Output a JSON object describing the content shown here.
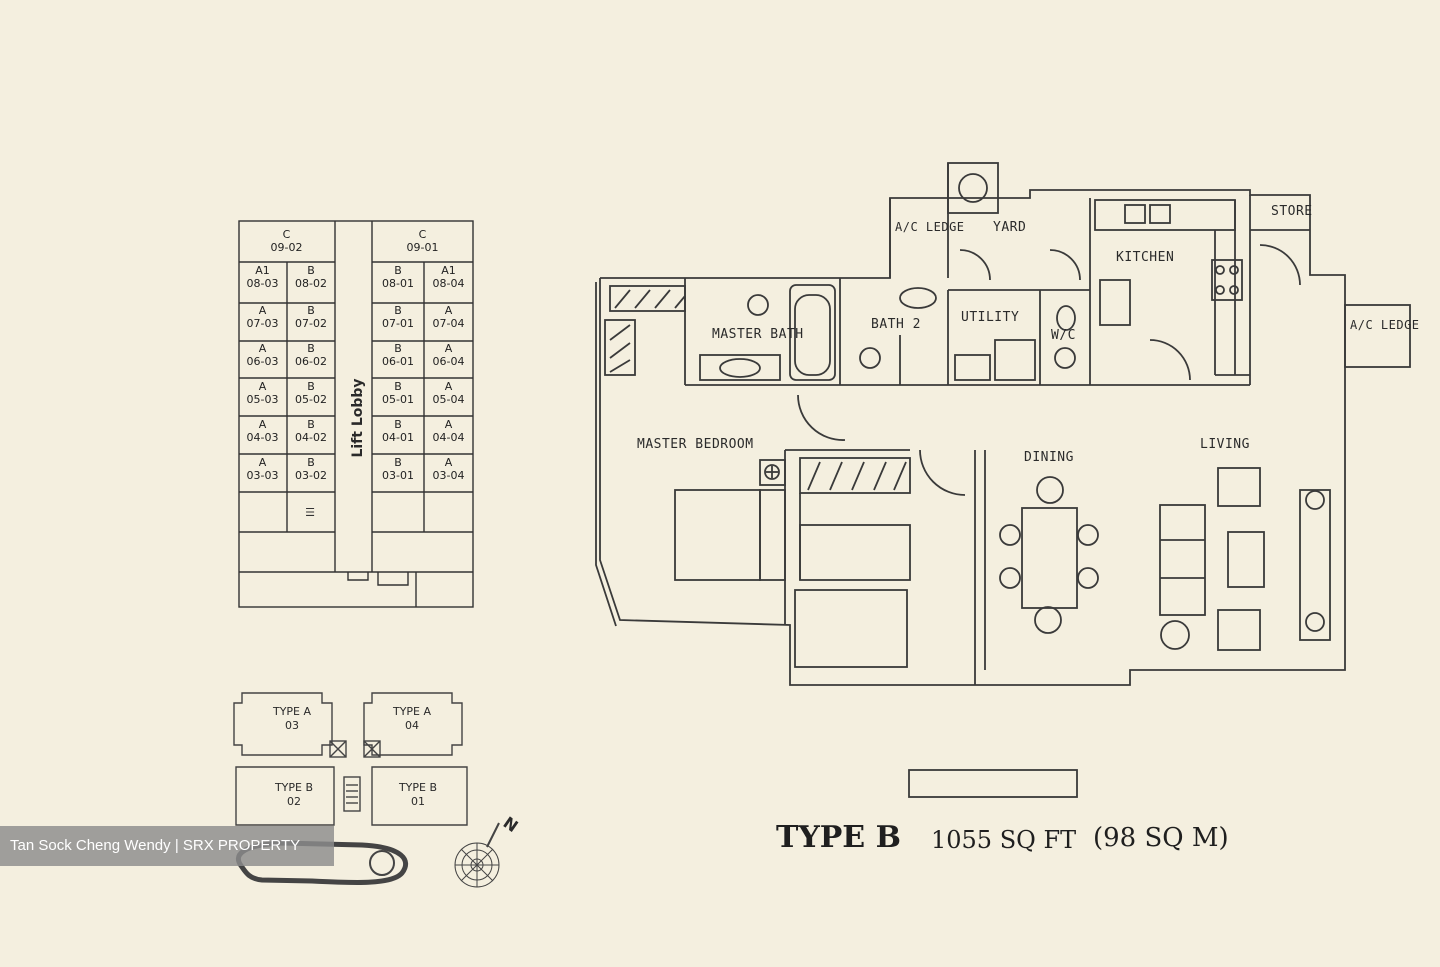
{
  "unit_grid": {
    "lift_lobby": "Lift Lobby",
    "left_top": {
      "type": "C",
      "unit": "09-02"
    },
    "right_top": {
      "type": "C",
      "unit": "09-01"
    },
    "rows": [
      [
        {
          "t": "A1",
          "u": "08-03"
        },
        {
          "t": "B",
          "u": "08-02"
        },
        {
          "t": "B",
          "u": "08-01"
        },
        {
          "t": "A1",
          "u": "08-04"
        }
      ],
      [
        {
          "t": "A",
          "u": "07-03"
        },
        {
          "t": "B",
          "u": "07-02"
        },
        {
          "t": "B",
          "u": "07-01"
        },
        {
          "t": "A",
          "u": "07-04"
        }
      ],
      [
        {
          "t": "A",
          "u": "06-03"
        },
        {
          "t": "B",
          "u": "06-02"
        },
        {
          "t": "B",
          "u": "06-01"
        },
        {
          "t": "A",
          "u": "06-04"
        }
      ],
      [
        {
          "t": "A",
          "u": "05-03"
        },
        {
          "t": "B",
          "u": "05-02"
        },
        {
          "t": "B",
          "u": "05-01"
        },
        {
          "t": "A",
          "u": "05-04"
        }
      ],
      [
        {
          "t": "A",
          "u": "04-03"
        },
        {
          "t": "B",
          "u": "04-02"
        },
        {
          "t": "B",
          "u": "04-01"
        },
        {
          "t": "A",
          "u": "04-04"
        }
      ],
      [
        {
          "t": "A",
          "u": "03-03"
        },
        {
          "t": "B",
          "u": "03-02"
        },
        {
          "t": "B",
          "u": "03-01"
        },
        {
          "t": "A",
          "u": "03-04"
        }
      ]
    ]
  },
  "block_plan": {
    "units": [
      {
        "name": "TYPE A",
        "num": "03"
      },
      {
        "name": "TYPE A",
        "num": "04"
      },
      {
        "name": "TYPE B",
        "num": "02"
      },
      {
        "name": "TYPE B",
        "num": "01"
      }
    ],
    "north": "N"
  },
  "rooms": {
    "ac_ledge_top": "A/C LEDGE",
    "yard": "YARD",
    "kitchen": "KITCHEN",
    "store": "STORE",
    "ac_ledge_right": "A/C LEDGE",
    "master_bath": "MASTER BATH",
    "bath2": "BATH 2",
    "utility": "UTILITY",
    "wc": "W/C",
    "master_bedroom": "MASTER BEDROOM",
    "dining": "DINING",
    "living": "LIVING"
  },
  "title": {
    "type": "TYPE B",
    "sqft": "1055 SQ FT",
    "sqm": "(98 SQ M)"
  },
  "watermark": "Tan Sock Cheng Wendy | SRX PROPERTY"
}
